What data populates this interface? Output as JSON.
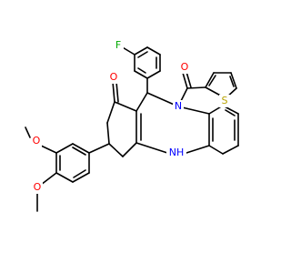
{
  "molecule": {
    "atoms": {
      "f": "F",
      "o_ketone": "O",
      "o_amide": "O",
      "n_amide": "N",
      "s": "S",
      "nh": "NH",
      "o_meo1": "O",
      "o_meo2": "O"
    },
    "colors": {
      "oxygen": "#ff0000",
      "nitrogen": "#0000ff",
      "sulfur": "#b8a200",
      "fluorine": "#00aa00",
      "carbon_bond": "#000000"
    }
  }
}
